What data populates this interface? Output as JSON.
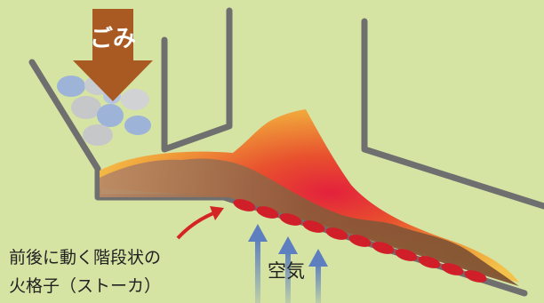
{
  "labels": {
    "waste": "ごみ",
    "air": "空気",
    "stoker_line1": "前後に動く階段状の",
    "stoker_line2": "火格子（ストーカ）"
  },
  "colors": {
    "background": "#d5e3a3",
    "waste_arrow": "#a85a22",
    "furnace_wall": "#6f6f6f",
    "fire_core": "#e0283a",
    "fire_outer": "#f0a23a",
    "ash": "#8a5a3a",
    "grate_bar": "#d11f2a",
    "air_arrow": "#5d7fc0",
    "pointer_arrow": "#d42424",
    "text": "#222222"
  },
  "icons": {
    "waste": "garbage-pile-icon",
    "air": "up-arrow-icon"
  }
}
